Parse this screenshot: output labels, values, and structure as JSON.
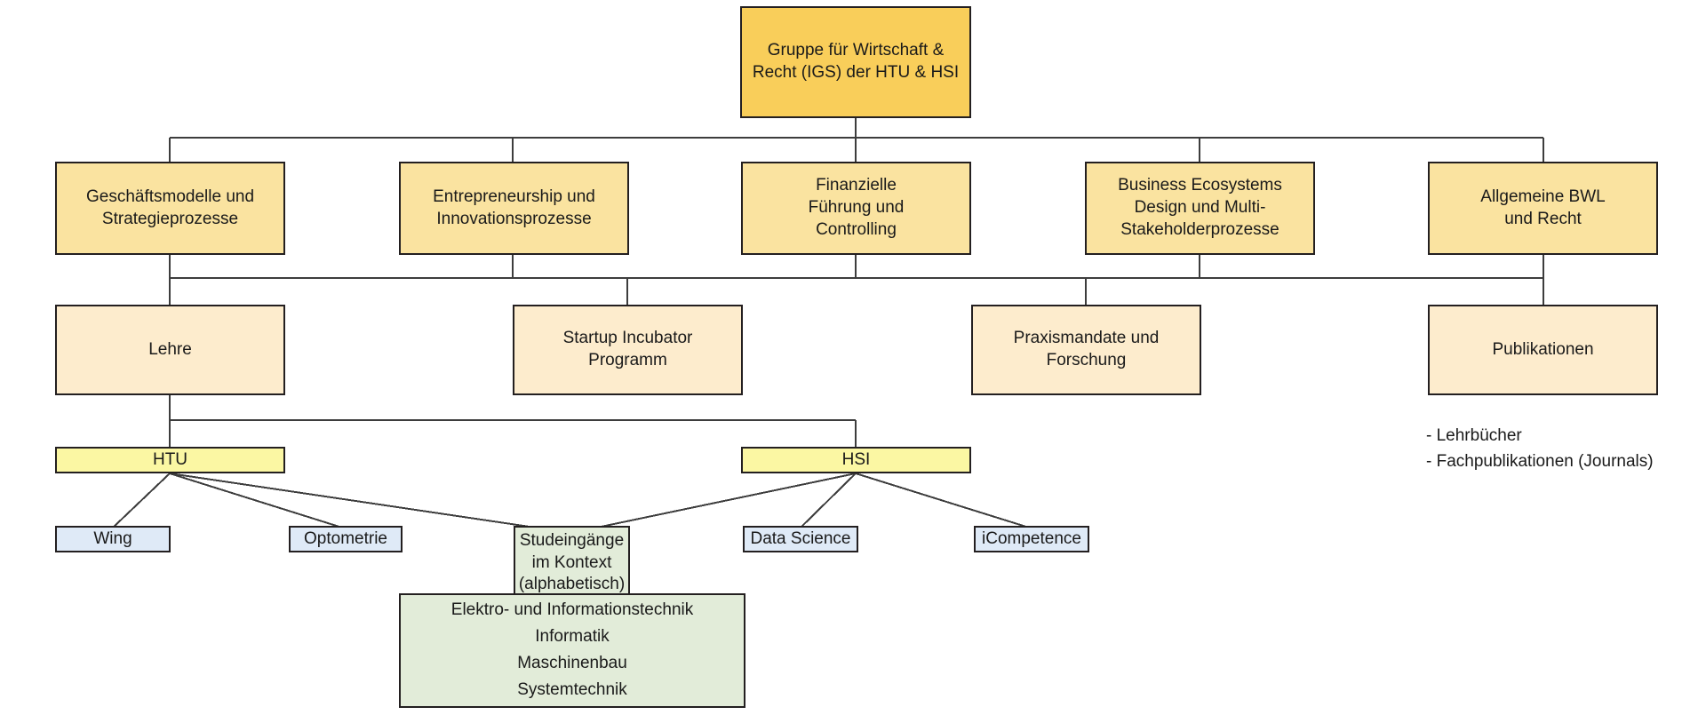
{
  "diagram": {
    "title": "Organigramm Gruppe fuer Wirtschaft & Recht",
    "colors": {
      "root_fill": "#f9ce5a",
      "department_fill": "#fae3a0",
      "function_fill": "#fdeccd",
      "school_fill": "#fbf7a3",
      "program_fill": "#dfeaf7",
      "context_fill": "#e2ecd9",
      "border": "#231f20",
      "edge": "#3d3d3d",
      "background": "#ffffff"
    }
  },
  "root": {
    "lines": [
      "Gruppe für Wirtschaft &",
      "Recht (IGS) der HTU & HSI"
    ]
  },
  "departments": [
    {
      "lines": [
        "Geschäftsmodelle und",
        "Strategieprozesse"
      ]
    },
    {
      "lines": [
        "Entrepreneurship und",
        "Innovationsprozesse"
      ]
    },
    {
      "lines": [
        "Finanzielle",
        "Führung und",
        "Controlling"
      ]
    },
    {
      "lines": [
        "Business Ecosystems",
        "Design und Multi-",
        "Stakeholderprozesse"
      ]
    },
    {
      "lines": [
        "Allgemeine BWL",
        "und Recht"
      ]
    }
  ],
  "functions": [
    {
      "lines": [
        "Lehre"
      ]
    },
    {
      "lines": [
        "Startup Incubator",
        "Programm"
      ]
    },
    {
      "lines": [
        "Praxismandate und",
        "Forschung"
      ]
    },
    {
      "lines": [
        "Publikationen"
      ]
    }
  ],
  "schools": [
    {
      "lines": [
        "HTU"
      ]
    },
    {
      "lines": [
        "HSI"
      ]
    }
  ],
  "programs": [
    {
      "lines": [
        "Wing"
      ]
    },
    {
      "lines": [
        "Optometrie"
      ]
    },
    {
      "lines": [
        "Data Science"
      ]
    },
    {
      "lines": [
        "iCompetence"
      ]
    }
  ],
  "context_box": {
    "lines": [
      "Studeingänge",
      "im Kontext",
      "(alphabetisch)"
    ]
  },
  "courses_box": {
    "lines": [
      "Elektro- und Informationstechnik",
      "Informatik",
      "Maschinenbau",
      "Systemtechnik"
    ]
  },
  "publication_notes": {
    "lines": [
      "- Lehrbücher",
      "- Fachpublikationen (Journals)"
    ]
  }
}
